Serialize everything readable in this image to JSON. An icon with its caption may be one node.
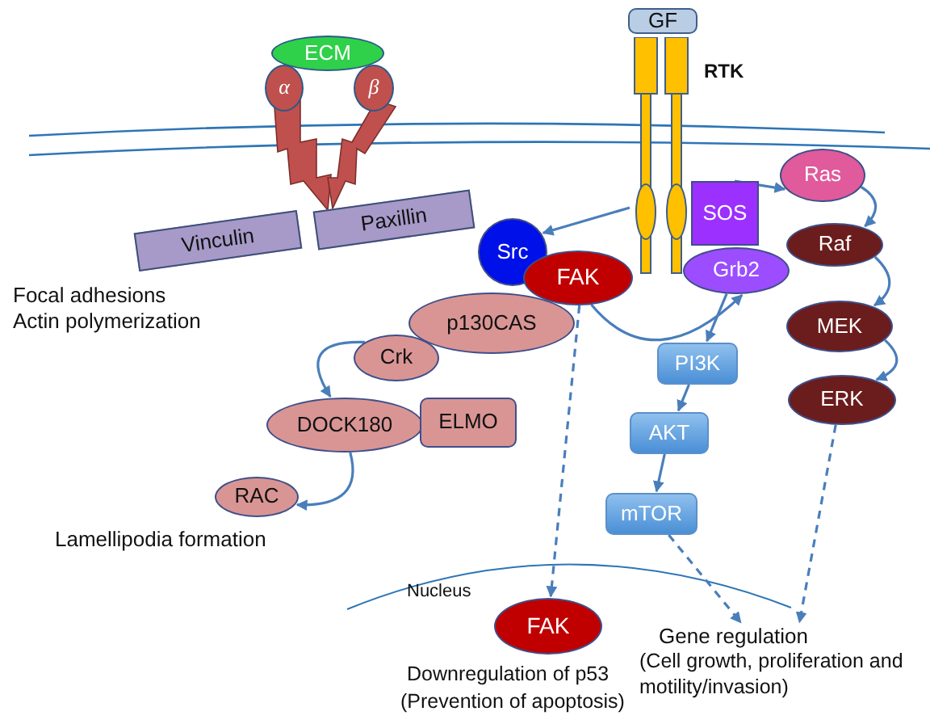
{
  "diagram": {
    "nodes": [
      {
        "text": [
          "ECM"
        ]
      },
      {
        "text": [
          "α"
        ]
      },
      {
        "text": [
          "β"
        ]
      },
      {
        "text": [
          "Vinculin"
        ]
      },
      {
        "text": [
          "Paxillin"
        ]
      },
      {
        "text": [
          "GF"
        ]
      },
      {
        "text": [],
        "shape": "bar",
        "beside": [
          "RTK"
        ]
      },
      {
        "text": [
          "SOS"
        ]
      },
      {
        "text": [
          "Grb2"
        ]
      },
      {
        "text": [
          "Ras"
        ]
      },
      {
        "text": [
          "Raf"
        ]
      },
      {
        "text": [
          "MEK"
        ]
      },
      {
        "text": [
          "ERK"
        ]
      },
      {
        "text": [
          "Src"
        ]
      },
      {
        "text": [
          "FAK"
        ]
      },
      {
        "text": [
          "p130CAS"
        ]
      },
      {
        "text": [
          "Crk"
        ]
      },
      {
        "text": [
          "DOCK180"
        ]
      },
      {
        "text": [
          "ELMO"
        ]
      },
      {
        "text": [
          "RAC"
        ]
      },
      {
        "text": [
          "PI3K"
        ]
      },
      {
        "text": [
          "AKT"
        ]
      },
      {
        "text": [
          "mTOR"
        ]
      },
      {
        "text": [
          "FAK"
        ],
        "beside": [
          "Downregulation of p53",
          "(Prevention of apoptosis)"
        ]
      },
      {
        "text": [
          "Gene regulation",
          "(Cell growth, proliferation and motility/invasion)"
        ]
      }
    ],
    "edges": [
      {
        "from": 6,
        "to": 13,
        "arrow": "to"
      },
      {
        "from": 7,
        "to": 9,
        "arrow": "to"
      },
      {
        "from": 9,
        "to": 10,
        "arrow": "to"
      },
      {
        "from": 10,
        "to": 11,
        "arrow": "to"
      },
      {
        "from": 11,
        "to": 12,
        "arrow": "to"
      },
      {
        "from": 14,
        "to": 8,
        "arrow": "to"
      },
      {
        "from": 8,
        "to": 20,
        "arrow": "to"
      },
      {
        "from": 20,
        "to": 21,
        "arrow": "to"
      },
      {
        "from": 21,
        "to": 22,
        "arrow": "to"
      },
      {
        "from": 16,
        "to": 17,
        "arrow": "to"
      },
      {
        "from": 17,
        "to": 19,
        "arrow": "to"
      },
      {
        "from": 14,
        "to": 23,
        "arrow": "to",
        "style": "dashed"
      },
      {
        "from": 22,
        "to": 24,
        "arrow": "to",
        "style": "dashed"
      },
      {
        "from": 12,
        "to": 24,
        "arrow": "to",
        "style": "dashed"
      }
    ],
    "labels": [
      "Focal adhesions",
      "Actin polymerization",
      "Lamellipodia formation",
      "Nucleus"
    ]
  }
}
